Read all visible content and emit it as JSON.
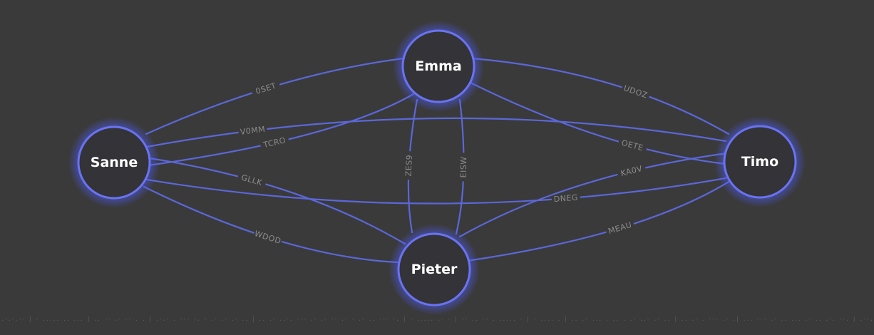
{
  "diagram": {
    "nodes": [
      {
        "id": "emma",
        "label": "Emma"
      },
      {
        "id": "sanne",
        "label": "Sanne"
      },
      {
        "id": "timo",
        "label": "Timo"
      },
      {
        "id": "pieter",
        "label": "Pieter"
      }
    ],
    "edges": [
      {
        "id": "e1",
        "from": "sanne",
        "to": "emma",
        "label": "0SET"
      },
      {
        "id": "e2",
        "from": "sanne",
        "to": "timo",
        "label": "V0MM"
      },
      {
        "id": "e3",
        "from": "sanne",
        "to": "emma",
        "label": "TCRO"
      },
      {
        "id": "e4",
        "from": "sanne",
        "to": "pieter",
        "label": "GLLK"
      },
      {
        "id": "e5",
        "from": "sanne",
        "to": "timo",
        "label": "DNEG"
      },
      {
        "id": "e6",
        "from": "sanne",
        "to": "pieter",
        "label": "WDOD"
      },
      {
        "id": "e7",
        "from": "emma",
        "to": "timo",
        "label": "UDOZ"
      },
      {
        "id": "e8",
        "from": "emma",
        "to": "timo",
        "label": "OETE"
      },
      {
        "id": "e9",
        "from": "emma",
        "to": "pieter",
        "label": "ZES9"
      },
      {
        "id": "e10",
        "from": "emma",
        "to": "pieter",
        "label": "EISW"
      },
      {
        "id": "e11",
        "from": "pieter",
        "to": "timo",
        "label": "KA0V"
      },
      {
        "id": "e12",
        "from": "pieter",
        "to": "timo",
        "label": "MEAU"
      }
    ],
    "colors": {
      "background": "#3a3a3a",
      "edge": "#5b67d8",
      "node_fill": "#333338",
      "node_ring": "#6a73f0",
      "glow": "#4d5cff",
      "label": "#8c8c8c",
      "node_text": "#ffffff"
    }
  },
  "footer": {
    "text": ". .- --- . .-.. . | . .- -- . ... .-.-.-- | - ..... .. ... | .. -- .- -- . . | .-.- . --- -. - .- .- .- .. | .. .- ..-. --- .- .- -- .- - .- .. --- -. | - ..... .- - | -- .. -- . ..... - | - .... . | .. .- ... . .. . .- ..- .- .. | .. .- . --- .- .| ... --- .- .. ... .- .. .-. --. | .--. .. .- -- .. .- -- .. ... .- .-.-."
  }
}
